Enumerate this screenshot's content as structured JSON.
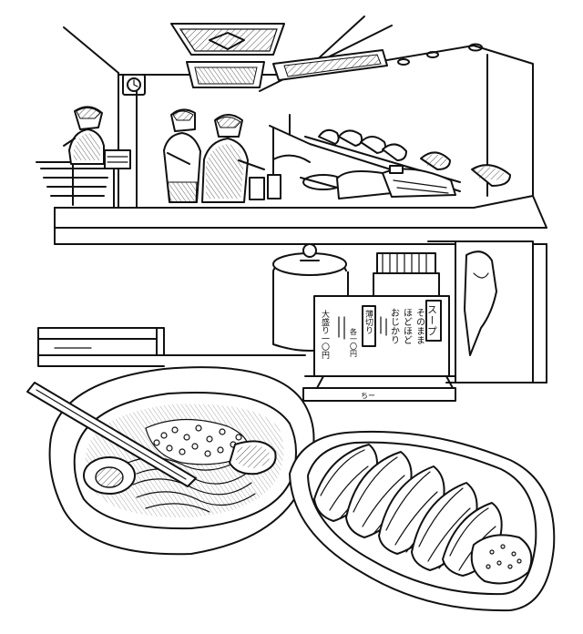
{
  "menu_card": {
    "col_right": "スープ",
    "col_2": "そのまま",
    "col_3": "ほどほど",
    "col_4": "おじかり",
    "col_5": "薄切り",
    "col_6": "各一〇円",
    "col_left": "大盛り一〇円",
    "footer": "ちー"
  },
  "colors": {
    "ink": "#111111",
    "paper": "#ffffff"
  }
}
